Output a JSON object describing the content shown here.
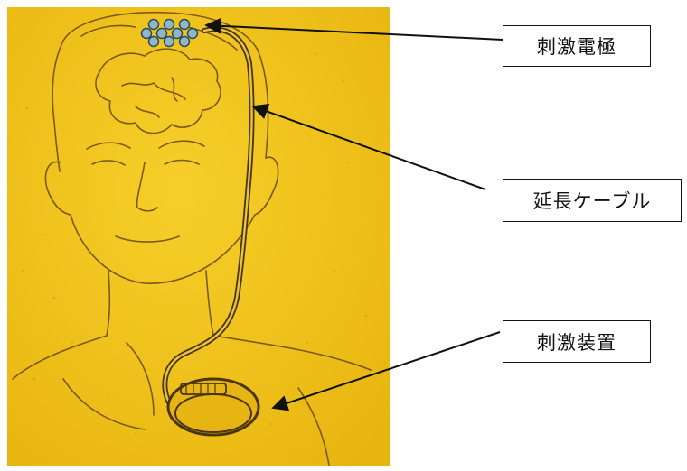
{
  "labels": {
    "electrode": "刺激電極",
    "extension_cable": "延長ケーブル",
    "stimulator": "刺激装置"
  },
  "colors": {
    "background_panel": "#f2c61a",
    "sketch_line": "#7a5a1a",
    "electrode_fill": "#8fb6c9",
    "arrow": "#111111",
    "label_border": "#111111"
  }
}
